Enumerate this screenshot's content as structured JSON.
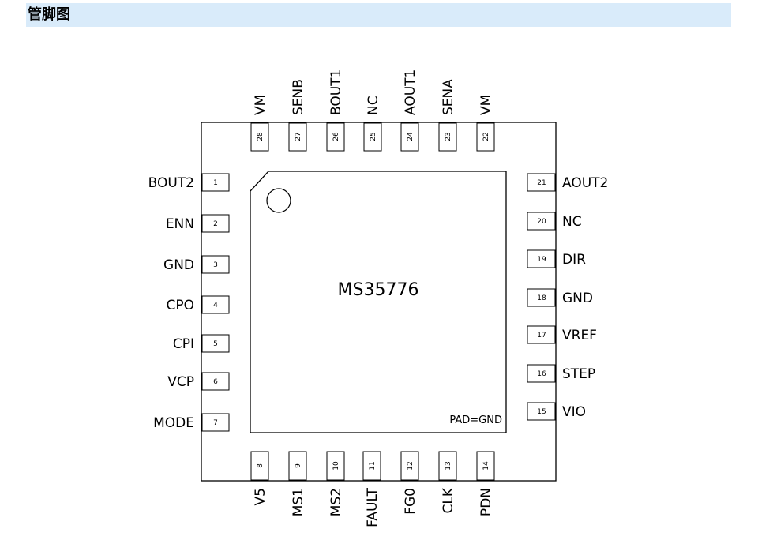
{
  "header": {
    "title": "管脚图"
  },
  "chip": {
    "name": "MS35776",
    "pad_label": "PAD=GND"
  },
  "pins": {
    "left": [
      {
        "num": "1",
        "name": "BOUT2"
      },
      {
        "num": "2",
        "name": "ENN"
      },
      {
        "num": "3",
        "name": "GND"
      },
      {
        "num": "4",
        "name": "CPO"
      },
      {
        "num": "5",
        "name": "CPI"
      },
      {
        "num": "6",
        "name": "VCP"
      },
      {
        "num": "7",
        "name": "MODE"
      }
    ],
    "bottom": [
      {
        "num": "8",
        "name": "V5"
      },
      {
        "num": "9",
        "name": "MS1"
      },
      {
        "num": "10",
        "name": "MS2"
      },
      {
        "num": "11",
        "name": "FAULT"
      },
      {
        "num": "12",
        "name": "FG0"
      },
      {
        "num": "13",
        "name": "CLK"
      },
      {
        "num": "14",
        "name": "PDN"
      }
    ],
    "right": [
      {
        "num": "15",
        "name": "VIO"
      },
      {
        "num": "16",
        "name": "STEP"
      },
      {
        "num": "17",
        "name": "VREF"
      },
      {
        "num": "18",
        "name": "GND"
      },
      {
        "num": "19",
        "name": "DIR"
      },
      {
        "num": "20",
        "name": "NC"
      },
      {
        "num": "21",
        "name": "AOUT2"
      }
    ],
    "top": [
      {
        "num": "22",
        "name": "VM"
      },
      {
        "num": "23",
        "name": "SENA"
      },
      {
        "num": "24",
        "name": "AOUT1"
      },
      {
        "num": "25",
        "name": "NC"
      },
      {
        "num": "26",
        "name": "BOUT1"
      },
      {
        "num": "27",
        "name": "SENB"
      },
      {
        "num": "28",
        "name": "VM"
      }
    ]
  }
}
